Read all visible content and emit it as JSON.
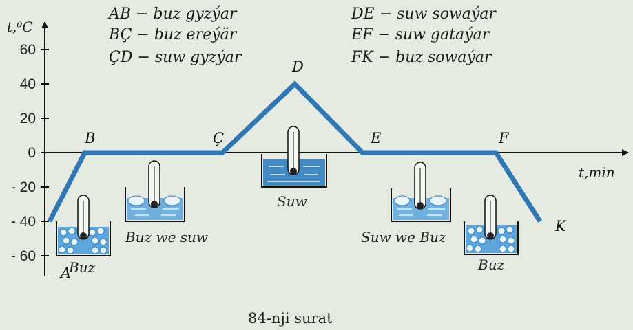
{
  "chart_data": {
    "type": "line",
    "xlabel": "t,min",
    "ylabel": "t,⁰C",
    "ylim": [
      -70,
      70
    ],
    "yticks": [
      60,
      40,
      20,
      0,
      -20,
      -40,
      -60
    ],
    "ytick_labels": [
      "60",
      "40",
      "20",
      "0",
      "- 20",
      "- 40",
      "- 60"
    ],
    "grid": false,
    "legend_position": "top",
    "points": [
      {
        "label": "A",
        "y": -40
      },
      {
        "label": "B",
        "y": 0
      },
      {
        "label": "Ç",
        "y": 0
      },
      {
        "label": "D",
        "y": 40
      },
      {
        "label": "E",
        "y": 0
      },
      {
        "label": "F",
        "y": 0
      },
      {
        "label": "K",
        "y": -40
      }
    ],
    "legend": [
      "AB − buz gyzýar",
      "BÇ − buz ereýär",
      "ÇD − suw gyzýar",
      "DE − suw sowaýar",
      "EF − suw gataýar",
      "FK − buz sowaýar"
    ],
    "scenes": [
      "Buz",
      "Buz we suw",
      "Suw",
      "Suw we Buz",
      "Buz"
    ],
    "line_color": "#2e79b5"
  },
  "caption": "84-nji surat",
  "colors": {
    "background": "#e6ebe2",
    "water": "#2f7fc1",
    "ice": "#5aa6dd"
  }
}
